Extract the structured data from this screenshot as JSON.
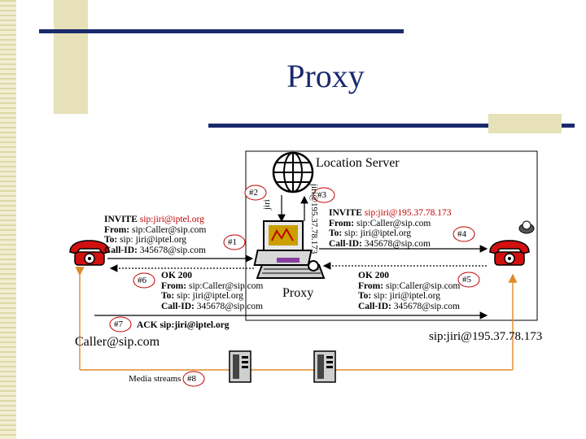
{
  "slide": {
    "title": "Proxy",
    "location_server": "Location Server",
    "proxy": "Proxy",
    "caller_address": "Caller@sip.com",
    "callee_address": "sip:jiri@195.37.78.173",
    "media_streams": "Media streams",
    "lookup_query": "jiri",
    "lookup_response": "jiri@195.37.78.173"
  },
  "steps": [
    "#1",
    "#2",
    "#3",
    "#4",
    "#5",
    "#6",
    "#7",
    "#8"
  ],
  "messages": {
    "invite1": {
      "method": "INVITE",
      "uri": "sip:jiri@iptel.org",
      "from_label": "From:",
      "from": "sip:Caller@sip.com",
      "to_label": "To:",
      "to": "sip: jiri@iptel.org",
      "callid_label": "Call-ID:",
      "callid": "345678@sip.com"
    },
    "invite2": {
      "method": "INVITE",
      "uri": "sip:jiri@195.37.78.173",
      "from_label": "From:",
      "from": "sip:Caller@sip.com",
      "to_label": "To:",
      "to": "sip: jiri@iptel.org",
      "callid_label": "Call-ID:",
      "callid": "345678@sip.com"
    },
    "ok_left": {
      "method": "OK 200",
      "from_label": "From:",
      "from": "sip:Caller@sip.com",
      "to_label": "To:",
      "to": "sip: jiri@iptel.org",
      "callid_label": "Call-ID:",
      "callid": "345678@sip.com"
    },
    "ok_right": {
      "method": "OK 200",
      "from_label": "From:",
      "from": "sip:Caller@sip.com",
      "to_label": "To:",
      "to": "sip: jiri@iptel.org",
      "callid_label": "Call-ID:",
      "callid": "345678@sip.com"
    },
    "ack": {
      "method": "ACK",
      "uri": "sip:jiri@iptel.org"
    }
  },
  "colors": {
    "title": "#1a2a6e",
    "accent_bar": "#1a2a6e",
    "deco_tan": "#e6e1b8",
    "media_line": "#e08a2a",
    "phone_red": "#d21010",
    "highlight_red": "#c00000"
  },
  "icons": [
    "globe-icon",
    "phone-icon",
    "workstation-icon",
    "server-icon"
  ]
}
